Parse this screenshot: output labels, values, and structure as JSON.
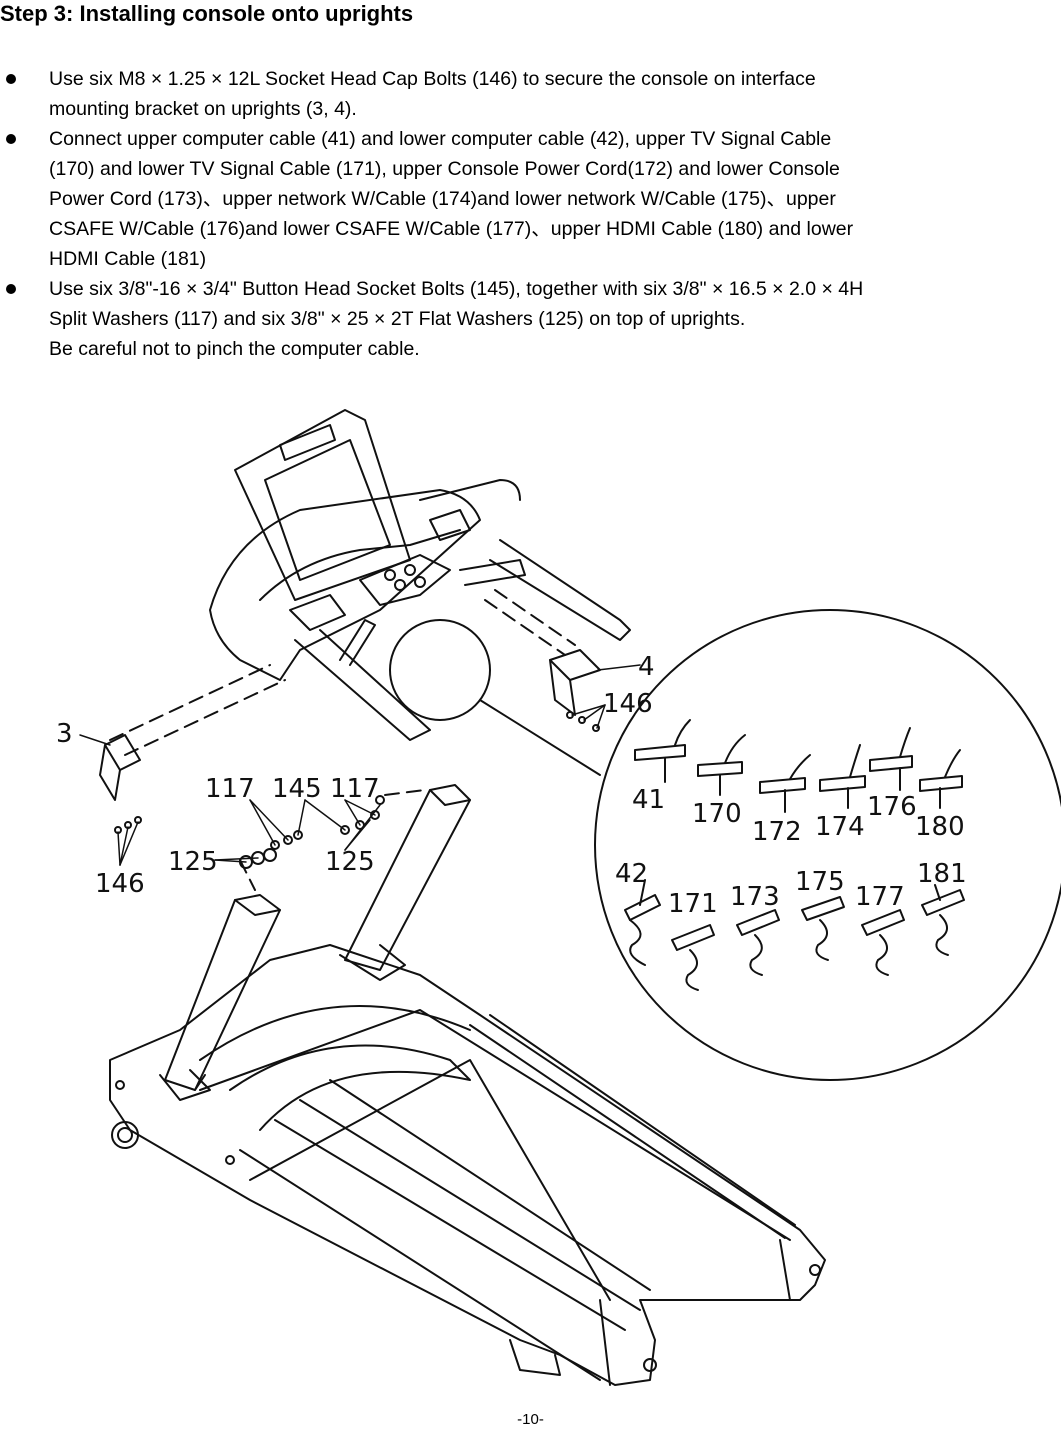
{
  "title": "Step 3: Installing console onto uprights",
  "bullets": [
    {
      "lines": [
        "Use six M8 × 1.25 × 12L Socket Head Cap Bolts (146) to secure the console on interface",
        "mounting bracket on uprights (3, 4)."
      ]
    },
    {
      "lines": [
        "Connect upper computer cable (41) and lower computer cable (42), upper TV Signal Cable",
        "(170) and lower TV Signal Cable (171), upper Console Power Cord(172) and lower Console",
        "Power Cord (173)、upper network W/Cable (174)and lower network W/Cable (175)、upper",
        "CSAFE W/Cable (176)and lower CSAFE W/Cable (177)、upper HDMI Cable (180) and lower",
        "HDMI Cable (181)"
      ]
    },
    {
      "lines": [
        "Use six 3/8\"-16 × 3/4\" Button Head Socket Bolts (145), together with six 3/8\" × 16.5 × 2.0 × 4H",
        "Split Washers (117) and six 3/8\" × 25 × 2T Flat Washers (125) on top of uprights.",
        "Be careful not to pinch the computer cable."
      ]
    }
  ],
  "callouts": {
    "upright_right": "4",
    "bolts_right": "146",
    "upright_left": "3",
    "bolts_left": "146",
    "split_washer_left": "117",
    "button_bolts": "145",
    "split_washer_right": "117",
    "flat_washer_left": "125",
    "flat_washer_right": "125"
  },
  "cables": {
    "upper": [
      "41",
      "170",
      "172",
      "174",
      "176",
      "180"
    ],
    "lower": [
      "42",
      "171",
      "173",
      "175",
      "177",
      "181"
    ]
  },
  "page_number": "-10-"
}
